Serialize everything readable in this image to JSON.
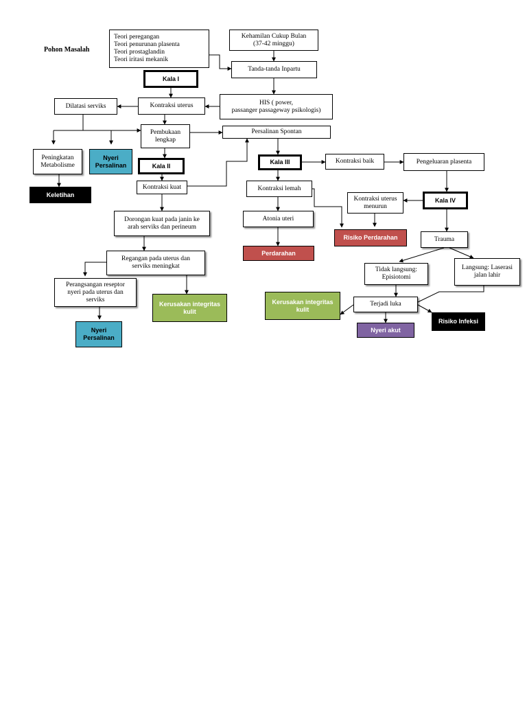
{
  "title": "Pohon Masalah",
  "nodes": {
    "teori": "Teori peregangan\nTeori penurunan plasenta\nTeori prostaglandin\nTeori iritasi mekanik",
    "kehamilan": "Kehamilan Cukup Bulan\n(37-42 minggu)",
    "tanda_inpartu": "Tanda-tanda Inpartu",
    "kala1": "Kala I",
    "his": "HIS ( power,\npassanger passageway psikologis)",
    "kontraksi_uterus": "Kontraksi uterus",
    "dilatasi": "Dilatasi serviks",
    "pembukaan": "Pembukaan\nlengkap",
    "persalinan_spontan": "Persalinan Spontan",
    "peningkatan": "Peningkatan\nMetabolisme",
    "nyeri1": "Nyeri\nPersalinan",
    "kala2": "Kala II",
    "keletihan": "Keletihan",
    "kontraksi_kuat": "Kontraksi kuat",
    "kala3": "Kala III",
    "kontraksi_baik": "Kontraksi baik",
    "pengeluaran": "Pengeluaran plasenta",
    "kontraksi_lemah": "Kontraksi lemah",
    "kala4": "Kala IV",
    "kontraksi_menurun": "Kontraksi uterus\nmenurun",
    "dorongan": "Dorongan kuat pada janin ke\narah serviks dan perineum",
    "atonia": "Atonia uteri",
    "risiko_perdarahan": "Risiko Perdarahan",
    "trauma": "Trauma",
    "regangan": "Regangan pada uterus dan\nserviks meningkat",
    "perdarahan": "Perdarahan",
    "tidak_langsung": "Tidak langsung:\nEpisiotomi",
    "langsung": "Langsung: Laserasi\njalan lahir",
    "perangsangan": "Perangsangan reseptor\nnyeri pada uterus dan\nserviks",
    "kerusakan1": "Kerusakan integritas\nkulit",
    "kerusakan2": "Kerusakan integritas\nkulit",
    "terjadi_luka": "Terjadi luka",
    "risiko_infeksi": "Risiko Infeksi",
    "nyeri_akut": "Nyeri akut",
    "nyeri2": "Nyeri\nPersalinan"
  }
}
